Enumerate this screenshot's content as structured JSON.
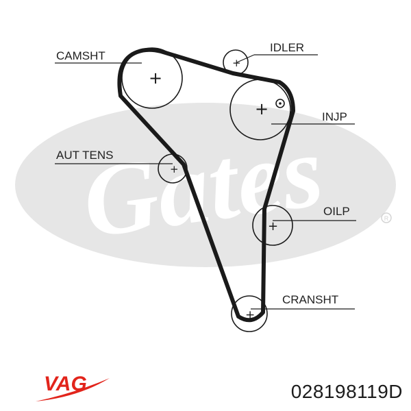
{
  "labels": {
    "camshaft": "CAMSHT",
    "idler": "IDLER",
    "injection_pump": "INJP",
    "auto_tensioner": "AUT TENS",
    "oil_pump": "OILP",
    "crankshaft": "CRANSHT"
  },
  "watermark": {
    "text": "Gates",
    "color": "#e6e6e6"
  },
  "brand": {
    "text": "VAG",
    "color": "#e2241b"
  },
  "part_number": "028198119D",
  "colors": {
    "belt": "#1a1a1a",
    "label": "#222222"
  }
}
